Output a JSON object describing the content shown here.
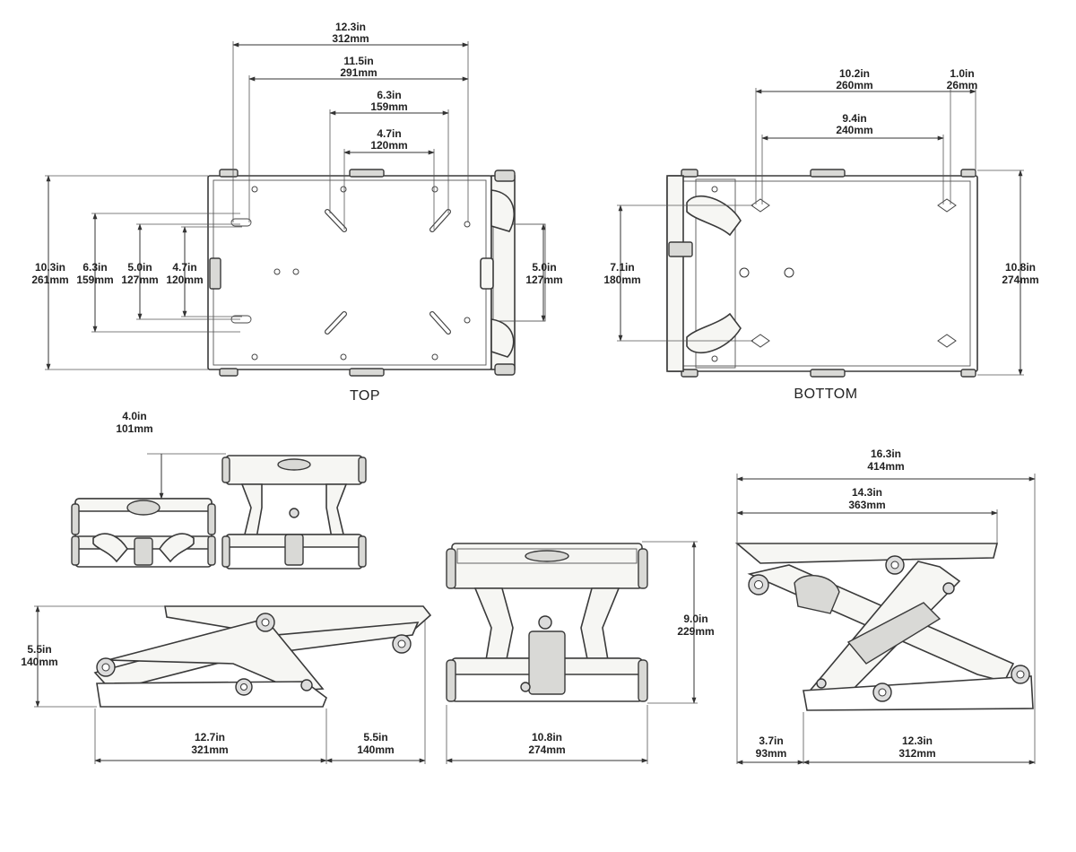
{
  "views": {
    "top": "TOP",
    "bottom": "BOTTOM"
  },
  "dimensions": {
    "top_width_overall": {
      "in": "12.3in",
      "mm": "312mm"
    },
    "top_width_holes": {
      "in": "11.5in",
      "mm": "291mm"
    },
    "top_slot_outer": {
      "in": "6.3in",
      "mm": "159mm"
    },
    "top_slot_inner": {
      "in": "4.7in",
      "mm": "120mm"
    },
    "top_height_overall": {
      "in": "10.3in",
      "mm": "261mm"
    },
    "top_height_slots_outer": {
      "in": "6.3in",
      "mm": "159mm"
    },
    "top_height_slots_mid": {
      "in": "5.0in",
      "mm": "127mm"
    },
    "top_height_slots_inner": {
      "in": "4.7in",
      "mm": "120mm"
    },
    "top_height_right": {
      "in": "5.0in",
      "mm": "127mm"
    },
    "bottom_width_holes": {
      "in": "10.2in",
      "mm": "260mm"
    },
    "bottom_edge_offset": {
      "in": "1.0in",
      "mm": "26mm"
    },
    "bottom_width_inner": {
      "in": "9.4in",
      "mm": "240mm"
    },
    "bottom_height_holes": {
      "in": "7.1in",
      "mm": "180mm"
    },
    "bottom_height_overall": {
      "in": "10.8in",
      "mm": "274mm"
    },
    "raise_offset": {
      "in": "4.0in",
      "mm": "101mm"
    },
    "collapsed_height": {
      "in": "5.5in",
      "mm": "140mm"
    },
    "collapsed_length": {
      "in": "12.7in",
      "mm": "321mm"
    },
    "collapsed_overhang": {
      "in": "5.5in",
      "mm": "140mm"
    },
    "front_width": {
      "in": "10.8in",
      "mm": "274mm"
    },
    "front_height": {
      "in": "9.0in",
      "mm": "229mm"
    },
    "extended_length_overall": {
      "in": "16.3in",
      "mm": "414mm"
    },
    "extended_length_top": {
      "in": "14.3in",
      "mm": "363mm"
    },
    "extended_offset": {
      "in": "3.7in",
      "mm": "93mm"
    },
    "extended_base": {
      "in": "12.3in",
      "mm": "312mm"
    }
  }
}
